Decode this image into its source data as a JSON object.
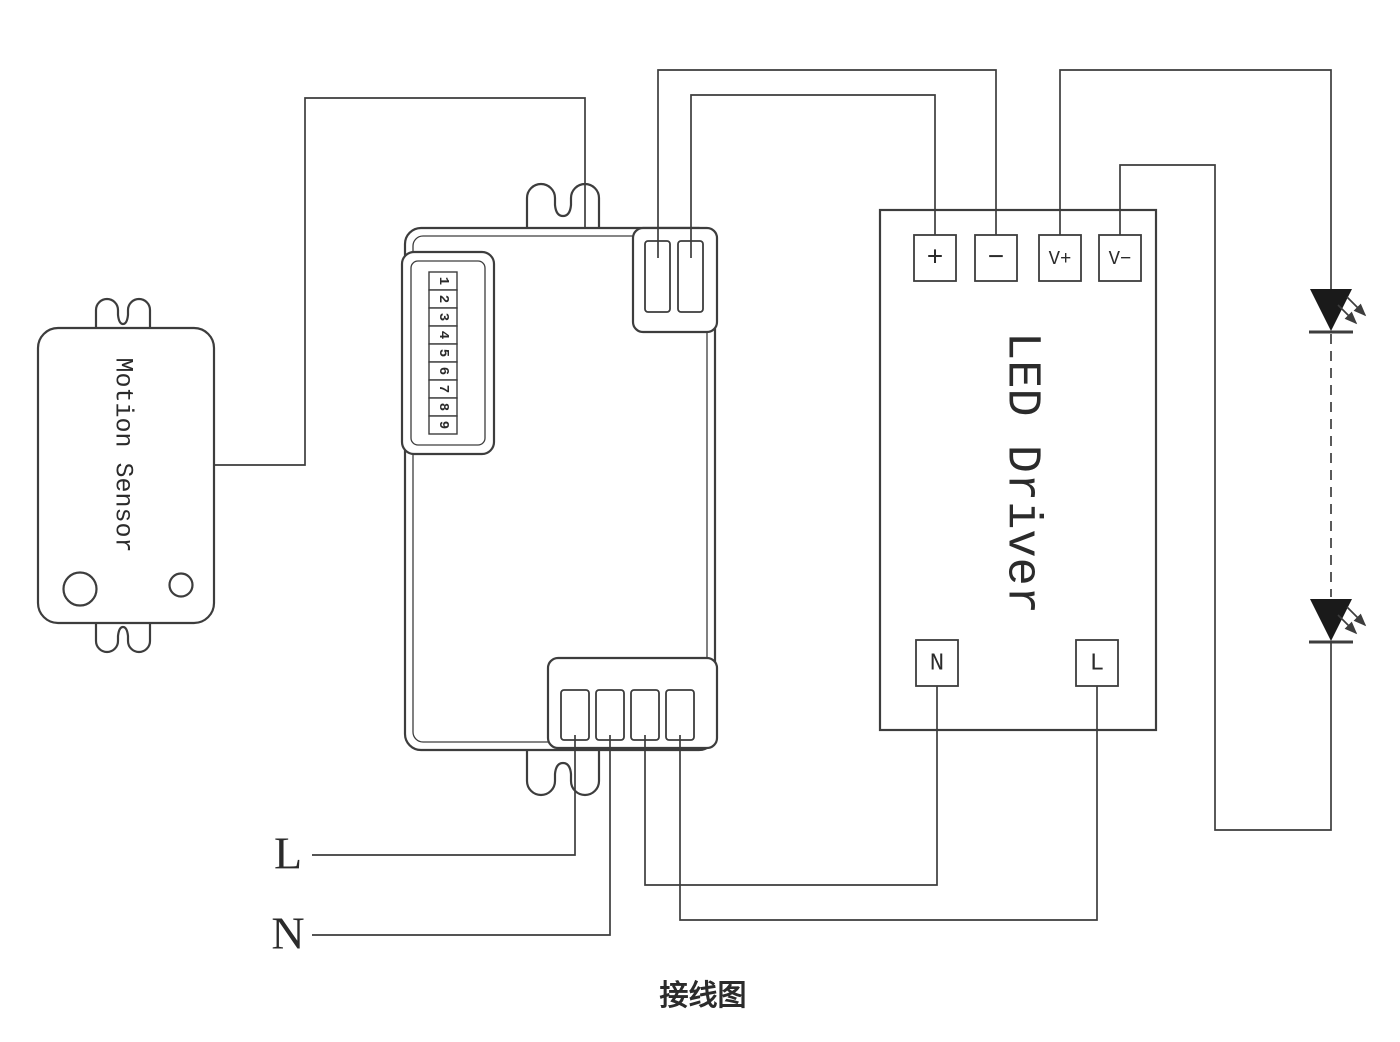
{
  "title": "接线图",
  "motion_sensor": {
    "label": "Motion Sensor"
  },
  "controller": {
    "dip_numbers": [
      "1",
      "2",
      "3",
      "4",
      "5",
      "6",
      "7",
      "8",
      "9"
    ]
  },
  "led_driver": {
    "label": "LED Driver",
    "terminal_plus": "+",
    "terminal_minus": "−",
    "terminal_v_plus": "V+",
    "terminal_v_minus": "V−",
    "terminal_neutral": "N",
    "terminal_live": "L"
  },
  "mains": {
    "live_label": "L",
    "neutral_label": "N"
  },
  "colors": {
    "line": "#3d3d3d",
    "text": "#2b2b2b",
    "led_fill": "#1a1a1a",
    "background": "#ffffff"
  }
}
